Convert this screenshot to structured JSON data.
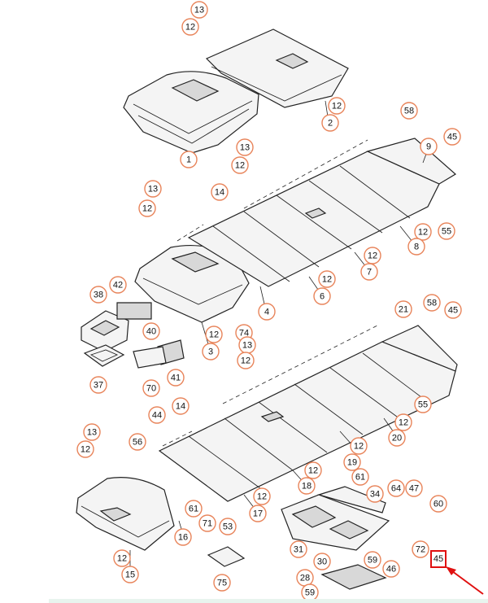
{
  "diagram": {
    "callouts": [
      {
        "id": "c13a",
        "text": "13"
      },
      {
        "id": "c12a",
        "text": "12"
      },
      {
        "id": "c1",
        "text": "1"
      },
      {
        "id": "c12b",
        "text": "12"
      },
      {
        "id": "c2",
        "text": "2"
      },
      {
        "id": "c58a",
        "text": "58"
      },
      {
        "id": "c45a",
        "text": "45"
      },
      {
        "id": "c9",
        "text": "9"
      },
      {
        "id": "c13b",
        "text": "13"
      },
      {
        "id": "c12c",
        "text": "12"
      },
      {
        "id": "c13c",
        "text": "13"
      },
      {
        "id": "c12d",
        "text": "12"
      },
      {
        "id": "c14a",
        "text": "14"
      },
      {
        "id": "c12e",
        "text": "12"
      },
      {
        "id": "c8",
        "text": "8"
      },
      {
        "id": "c55a",
        "text": "55"
      },
      {
        "id": "c12f",
        "text": "12"
      },
      {
        "id": "c7",
        "text": "7"
      },
      {
        "id": "c12g",
        "text": "12"
      },
      {
        "id": "c6",
        "text": "6"
      },
      {
        "id": "c42",
        "text": "42"
      },
      {
        "id": "c38",
        "text": "38"
      },
      {
        "id": "c4",
        "text": "4"
      },
      {
        "id": "c40",
        "text": "40"
      },
      {
        "id": "c12h",
        "text": "12"
      },
      {
        "id": "c74",
        "text": "74"
      },
      {
        "id": "c3",
        "text": "3"
      },
      {
        "id": "c37",
        "text": "37"
      },
      {
        "id": "c70",
        "text": "70"
      },
      {
        "id": "c41",
        "text": "41"
      },
      {
        "id": "c21",
        "text": "21"
      },
      {
        "id": "c58b",
        "text": "58"
      },
      {
        "id": "c45b",
        "text": "45"
      },
      {
        "id": "c13d",
        "text": "13"
      },
      {
        "id": "c12i",
        "text": "12"
      },
      {
        "id": "c55b",
        "text": "55"
      },
      {
        "id": "c44",
        "text": "44"
      },
      {
        "id": "c14b",
        "text": "14"
      },
      {
        "id": "c12j",
        "text": "12"
      },
      {
        "id": "c20",
        "text": "20"
      },
      {
        "id": "c13e",
        "text": "13"
      },
      {
        "id": "c12k",
        "text": "12"
      },
      {
        "id": "c56",
        "text": "56"
      },
      {
        "id": "c12l",
        "text": "12"
      },
      {
        "id": "c19",
        "text": "19"
      },
      {
        "id": "c12m",
        "text": "12"
      },
      {
        "id": "c61a",
        "text": "61"
      },
      {
        "id": "c18",
        "text": "18"
      },
      {
        "id": "c34",
        "text": "34"
      },
      {
        "id": "c64",
        "text": "64"
      },
      {
        "id": "c47",
        "text": "47"
      },
      {
        "id": "c60",
        "text": "60"
      },
      {
        "id": "c12n",
        "text": "12"
      },
      {
        "id": "c17",
        "text": "17"
      },
      {
        "id": "c61b",
        "text": "61"
      },
      {
        "id": "c71",
        "text": "71"
      },
      {
        "id": "c53",
        "text": "53"
      },
      {
        "id": "c16",
        "text": "16"
      },
      {
        "id": "c31",
        "text": "31"
      },
      {
        "id": "c72",
        "text": "72"
      },
      {
        "id": "c12o",
        "text": "12"
      },
      {
        "id": "c15",
        "text": "15"
      },
      {
        "id": "c30",
        "text": "30"
      },
      {
        "id": "c59a",
        "text": "59"
      },
      {
        "id": "c46",
        "text": "46"
      },
      {
        "id": "c75",
        "text": "75"
      },
      {
        "id": "c28",
        "text": "28"
      },
      {
        "id": "c59b",
        "text": "59"
      }
    ],
    "highlighted_callout": {
      "text": "45"
    }
  }
}
